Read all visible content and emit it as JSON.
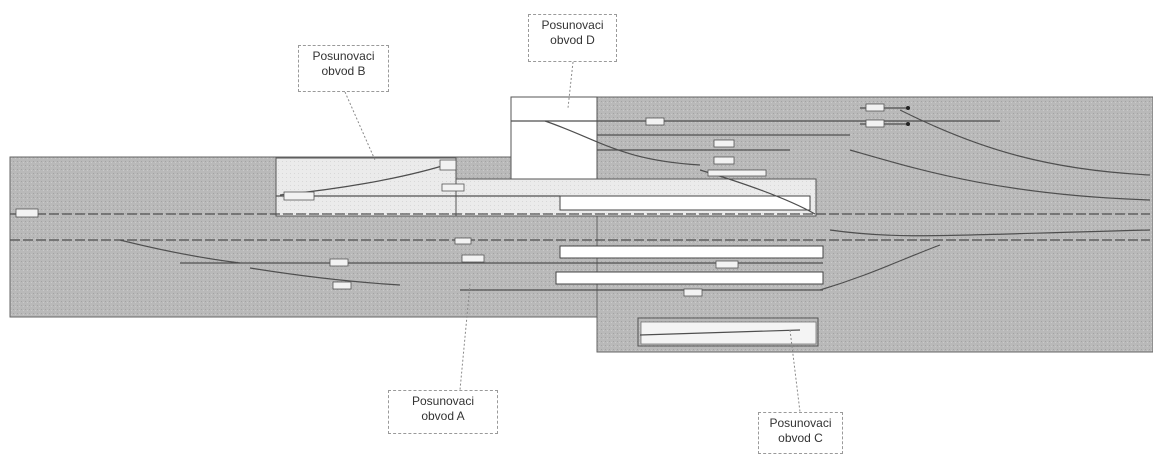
{
  "diagram": {
    "callouts": [
      {
        "id": "d",
        "line1": "Posunovaci",
        "line2": "obvod D"
      },
      {
        "id": "b",
        "line1": "Posunovaci",
        "line2": "obvod B"
      },
      {
        "id": "a",
        "line1": "Posunovaci",
        "line2": "obvod A"
      },
      {
        "id": "c",
        "line1": "Posunovaci",
        "line2": "obvod C"
      }
    ],
    "colors": {
      "gray_area": "#b9b9b9",
      "light_area": "#e9e9e9",
      "track_line": "#5a5a5a",
      "label_box": "#f2f2f2",
      "leader_line": "#8a8a8a"
    }
  }
}
